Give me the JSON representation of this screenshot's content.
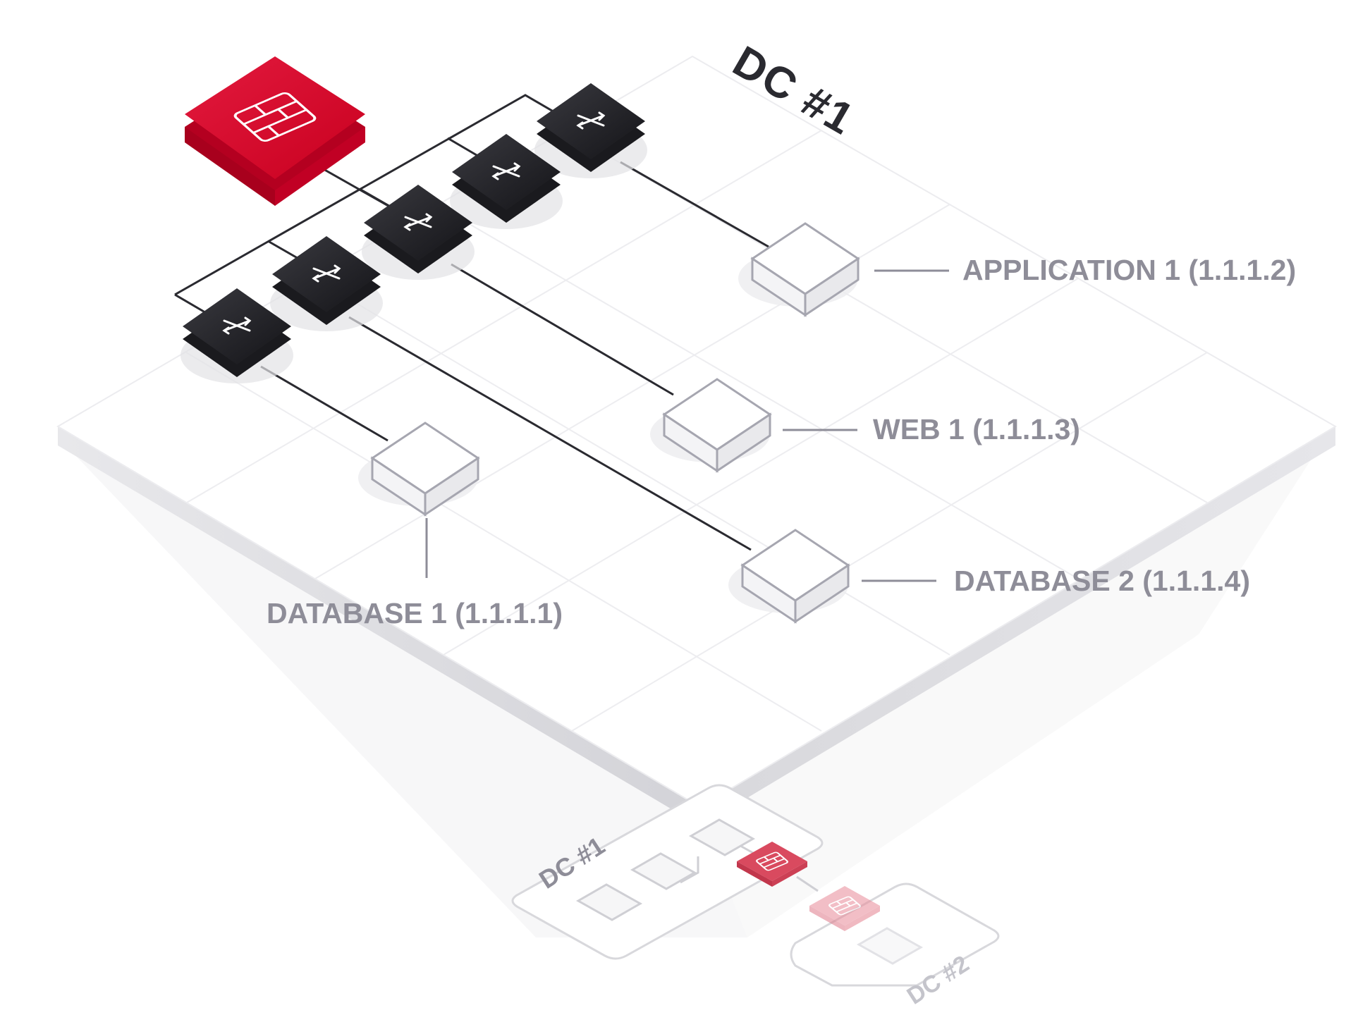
{
  "main_diagram": {
    "dc_label": "DC #1",
    "servers": [
      {
        "id": "app1",
        "label": "APPLICATION 1 (1.1.1.2)"
      },
      {
        "id": "web1",
        "label": "WEB 1 (1.1.1.3)"
      },
      {
        "id": "db2",
        "label": "DATABASE 2 (1.1.1.4)"
      },
      {
        "id": "db1",
        "label": "DATABASE 1 (1.1.1.1)"
      }
    ],
    "firewall": {
      "icon": "firewall-brick-icon",
      "color": "#d4002a"
    },
    "switches": {
      "count": 5,
      "icon": "switch-arrows-icon",
      "color": "#1a1a1e"
    }
  },
  "mini_diagram": {
    "dc1_label": "DC #1",
    "dc2_label": "DC #2"
  },
  "colors": {
    "accent_red": "#d4002a",
    "label_gray": "#8e8d98",
    "switch_black": "#16161a",
    "platform_top": "#ffffff",
    "platform_side": "#dedee2",
    "grid_line": "#ececef",
    "outline": "#a6a6b0"
  }
}
